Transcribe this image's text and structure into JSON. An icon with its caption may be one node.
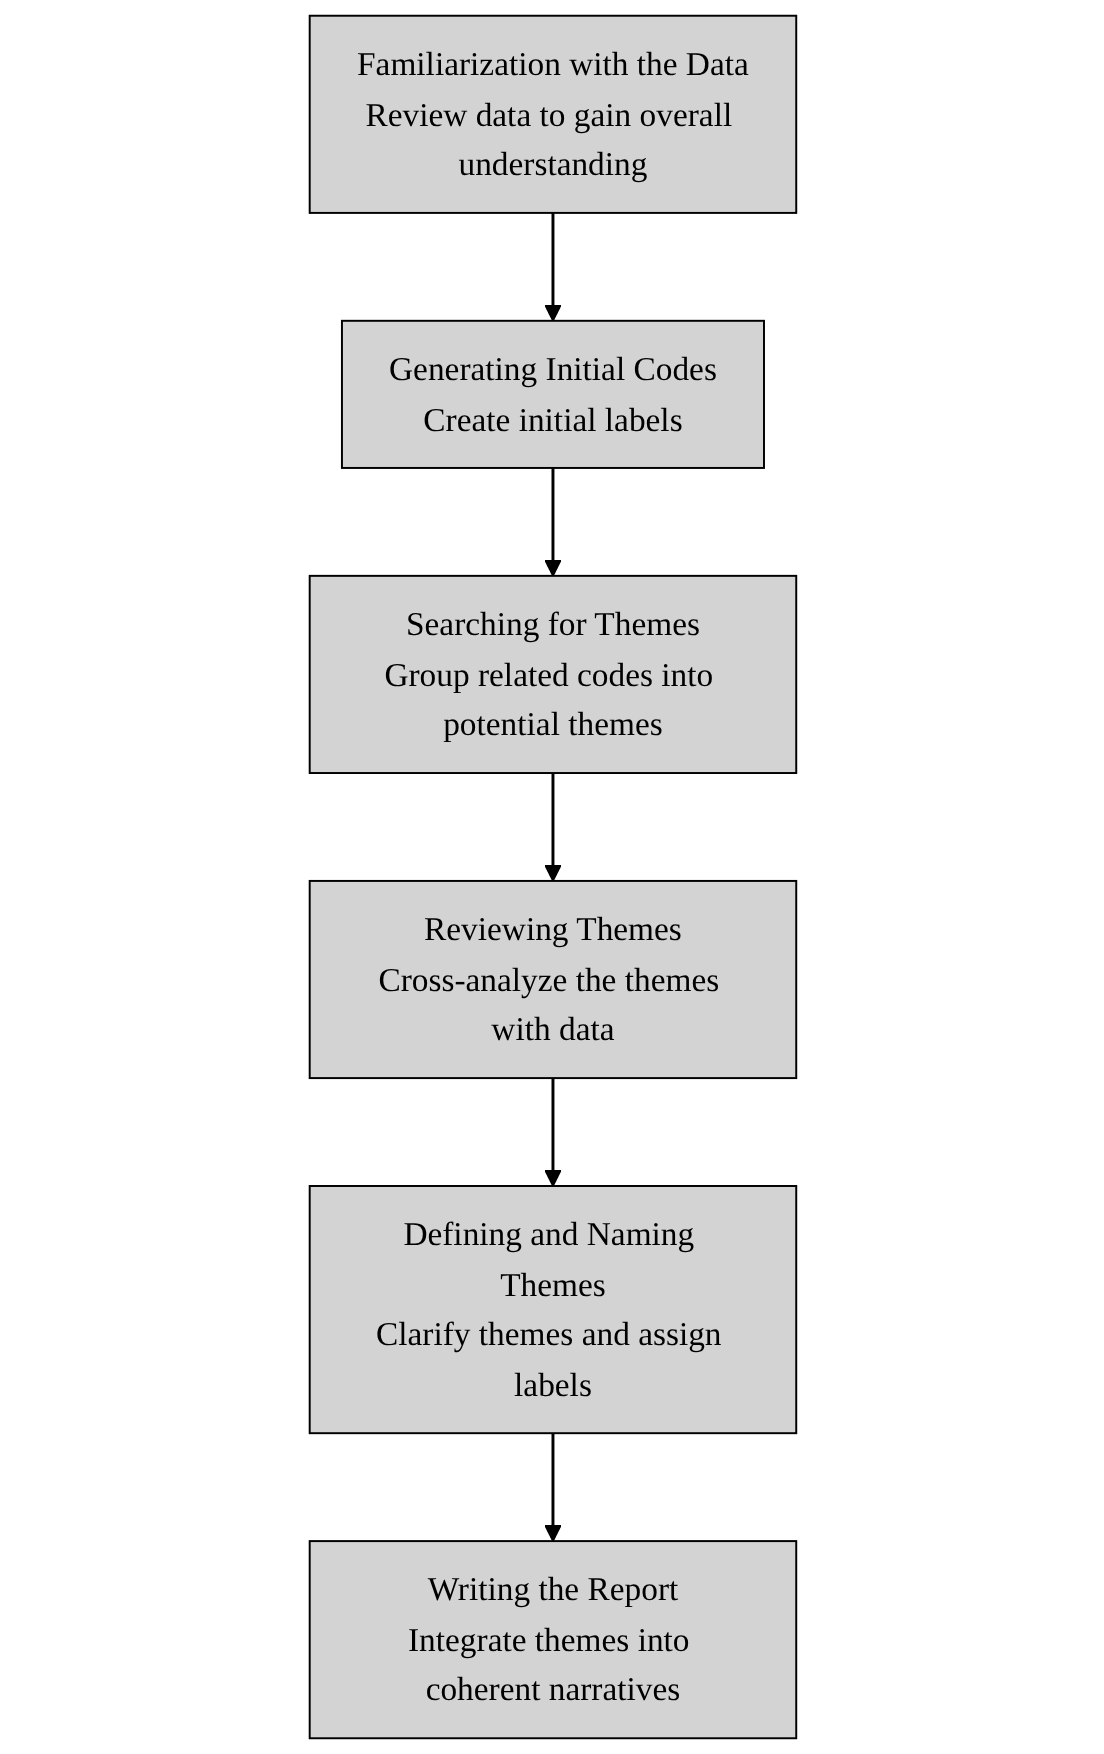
{
  "diagram": {
    "nodes": [
      {
        "text": [
          "Familiarization with the Data",
          "Review data to gain overall understanding"
        ]
      },
      {
        "text": [
          "Generating Initial Codes",
          "Create initial labels"
        ]
      },
      {
        "text": [
          "Searching for Themes",
          "Group related codes into potential themes"
        ]
      },
      {
        "text": [
          "Reviewing Themes",
          "Cross-analyze the themes with data"
        ]
      },
      {
        "text": [
          "Defining and Naming Themes",
          "Clarify themes and assign labels"
        ]
      },
      {
        "text": [
          "Writing the Report",
          "Integrate themes into coherent narratives"
        ]
      }
    ],
    "edges": [
      {
        "from": 0,
        "to": 1,
        "arrow": "to"
      },
      {
        "from": 1,
        "to": 2,
        "arrow": "to"
      },
      {
        "from": 2,
        "to": 3,
        "arrow": "to"
      },
      {
        "from": 3,
        "to": 4,
        "arrow": "to"
      },
      {
        "from": 4,
        "to": 5,
        "arrow": "to"
      }
    ]
  }
}
